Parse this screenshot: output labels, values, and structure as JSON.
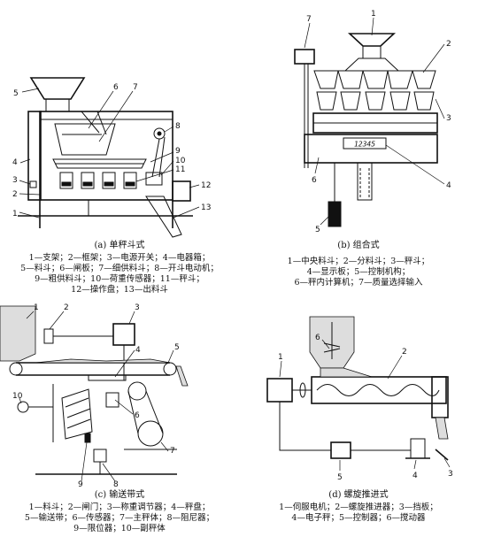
{
  "panels": {
    "a": {
      "title": "(a) 单秤斗式",
      "legend": [
        "1—支架；2—框架；3—电源开关；4—电器箱；",
        "5—料斗；6—闸板；7—细供料斗；8—开斗电动机；",
        "9—粗供料斗；10—荷重传感器；11—秤斗；",
        "12—操作盘；13—出料斗"
      ],
      "numbers": [
        "1",
        "2",
        "3",
        "4",
        "5",
        "6",
        "7",
        "8",
        "9",
        "10",
        "11",
        "12",
        "13"
      ]
    },
    "b": {
      "title": "(b) 组合式",
      "legend": [
        "1—中央料斗；2—分料斗；3—秤斗；",
        "4—显示板；5—控制机构；",
        "6—秤内计算机；7—质量选择输入"
      ],
      "numbers": [
        "1",
        "2",
        "3",
        "4",
        "5",
        "6",
        "7"
      ],
      "display_text": "12345"
    },
    "c": {
      "title": "(c) 输送带式",
      "legend": [
        "1—料斗；2—闸门；3—称重调节器；4—秤盘；",
        "5—输送带；6—传感器；7—主秤体；8—阻尼器；",
        "9—限位器；10—副秤体"
      ],
      "numbers": [
        "1",
        "2",
        "3",
        "4",
        "5",
        "6",
        "7",
        "8",
        "9",
        "10"
      ]
    },
    "d": {
      "title": "(d) 螺旋推进式",
      "legend": [
        "1—伺服电机；2—螺旋推进器；3—挡板；",
        "4—电子秤；5—控制器；6—搅动器"
      ],
      "numbers": [
        "1",
        "2",
        "3",
        "4",
        "5",
        "6"
      ]
    }
  }
}
